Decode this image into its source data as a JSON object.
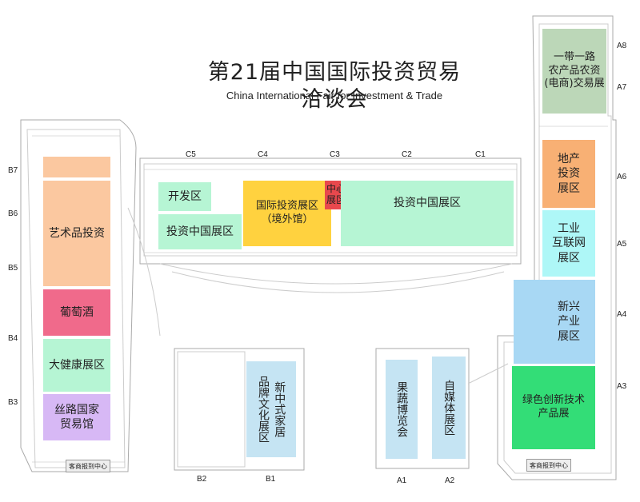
{
  "title": "第21届中国国际投资贸易洽谈会",
  "subtitle": "China International Fair for Investment & Trade",
  "zones": {
    "yidai": "一带一路\n农产品农资\n(电商)交易展",
    "dichan": "地产\n投资\n展区",
    "gongye": "工业\n互联网\n展区",
    "xinxing": "新兴\n产业\n展区",
    "lvse": "绿色创新技术\n产品展",
    "kaifa": "开发区",
    "touzi_left": "投资中国展区",
    "guoji": "国际投资展区\n（境外馆）",
    "zhongxin": "中心\n展区",
    "touzi_main": "投资中国展区",
    "yishu": "艺术品投资",
    "putao": "葡萄酒",
    "jiankang": "大健康展区",
    "silu": "丝路国家\n贸易馆",
    "pinpai_a": "新中式家居",
    "pinpai_b": "品牌文化展区",
    "guoshu": "果蔬博览会",
    "zimeiti": "自媒体展区"
  },
  "halls": {
    "A1": "A1",
    "A2": "A2",
    "A3": "A3",
    "A4": "A4",
    "A5": "A5",
    "A6": "A6",
    "A7": "A7",
    "A8": "A8",
    "B1": "B1",
    "B2": "B2",
    "B3": "B3",
    "B4": "B4",
    "B5": "B5",
    "B6": "B6",
    "B7": "B7",
    "C1": "C1",
    "C2": "C2",
    "C3": "C3",
    "C4": "C4",
    "C5": "C5"
  },
  "registration": {
    "left": "客商报到中心",
    "right": "客商报到中心"
  },
  "colors": {
    "mint": "#b6f5d4",
    "yellow": "#ffd23f",
    "red": "#e8484d",
    "peach": "#fbc8a0",
    "pink": "#f06a8b",
    "lavender": "#d7b8f5",
    "cyan": "#aef7f7",
    "skyblue": "#a8d8f4",
    "green": "#33dd77",
    "sage": "#bcd7b8",
    "lightblue": "#c5e4f3",
    "orange": "#f8b074"
  }
}
